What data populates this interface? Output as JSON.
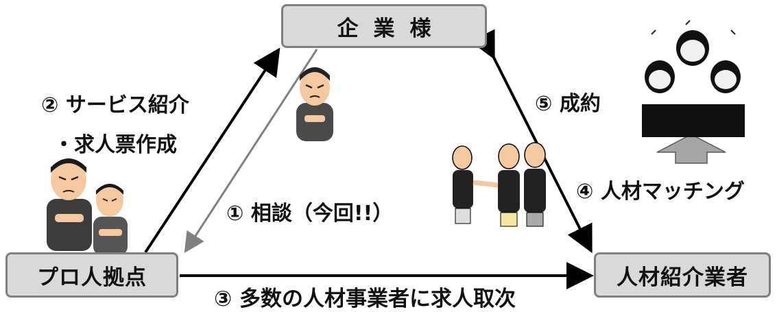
{
  "nodes": {
    "company": "企業様",
    "pro_base": "プロ人拠点",
    "agency": "人材紹介業者"
  },
  "steps": {
    "step1": "① 相談（今回!!）",
    "step2_line1": "② サービス紹介",
    "step2_line2": "・求人票作成",
    "step3": "③ 多数の人材事業者に求人取次",
    "step4": "④ 人材マッチング",
    "step5": "⑤ 成約"
  },
  "colors": {
    "node_fill": "#d9d9d9",
    "node_border": "#7f7f7f",
    "arrow_black": "#000000",
    "arrow_gray": "#808080",
    "up_arrow_fill": "#a6a6a6"
  }
}
